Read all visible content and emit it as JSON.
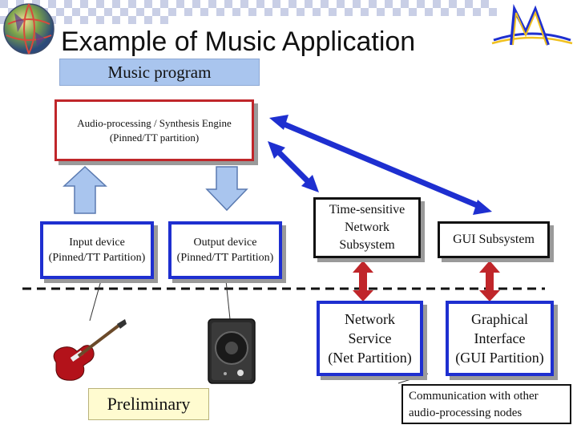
{
  "header": {
    "title": "Example of Music Application",
    "logo_icon": "globe-logo-icon",
    "brand_icon": "bridge-logo-icon"
  },
  "program": {
    "label": "Music program"
  },
  "engine": {
    "line1": "Audio-processing / Synthesis Engine",
    "line2": "(Pinned/TT partition)"
  },
  "devices": {
    "input_line1": "Input device",
    "input_line2": "(Pinned/TT Partition)",
    "output_line1": "Output device",
    "output_line2": "(Pinned/TT Partition)"
  },
  "subsystems": {
    "tsn_line1": "Time-sensitive",
    "tsn_line2": "Network",
    "tsn_line3": "Subsystem",
    "gui": "GUI Subsystem"
  },
  "partitions": {
    "net_line1": "Network",
    "net_line2": "Service",
    "net_line3": "(Net Partition)",
    "gfx_line1": "Graphical",
    "gfx_line2": "Interface",
    "gfx_line3": "(GUI Partition)"
  },
  "notes": {
    "preliminary": "Preliminary",
    "comm_line1": "Communication with other",
    "comm_line2": "audio-processing nodes"
  },
  "icons": {
    "guitar": "guitar-icon",
    "speaker": "speaker-icon"
  },
  "colors": {
    "engine_border": "#c0262a",
    "partition_border": "#1e2fd0",
    "program_fill": "#a9c5ee",
    "arrow_blue": "#1e2fd0",
    "arrow_red": "#c0262a",
    "up_arrow_fill": "#a9c5ee",
    "note_fill": "#fffbd0"
  }
}
